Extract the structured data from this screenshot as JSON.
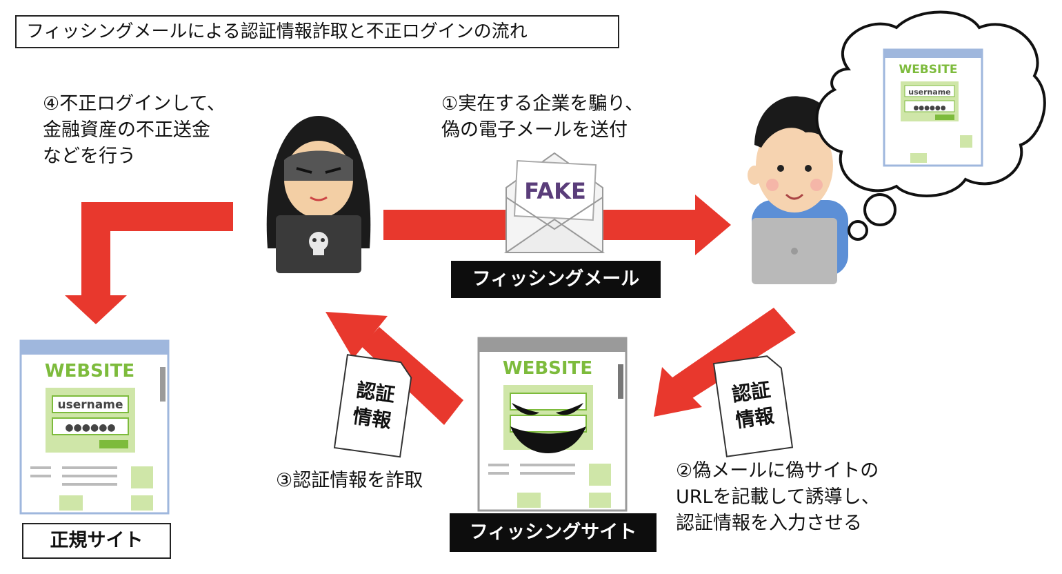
{
  "title": "フィッシングメールによる認証情報詐取と不正ログインの流れ",
  "steps": {
    "step1": "①実在する企業を騙り、\n偽の電子メールを送付",
    "step2": "②偽メールに偽サイトの\nURLを記載して誘導し、\n認証情報を入力させる",
    "step3": "③認証情報を詐取",
    "step4": "④不正ログインして、\n金融資産の不正送金\nなどを行う"
  },
  "labels": {
    "phishing_mail": "フィッシングメール",
    "phishing_site": "フィッシングサイト",
    "legit_site": "正規サイト",
    "credentials": "認証\n情報"
  },
  "website": {
    "heading": "WEBSITE",
    "username": "username",
    "password": "●●●●●●"
  },
  "envelope_text": "FAKE",
  "colors": {
    "arrow": "#e8382d",
    "website_green": "#7dbb3c",
    "browser_bar": "#9fb7dd"
  }
}
